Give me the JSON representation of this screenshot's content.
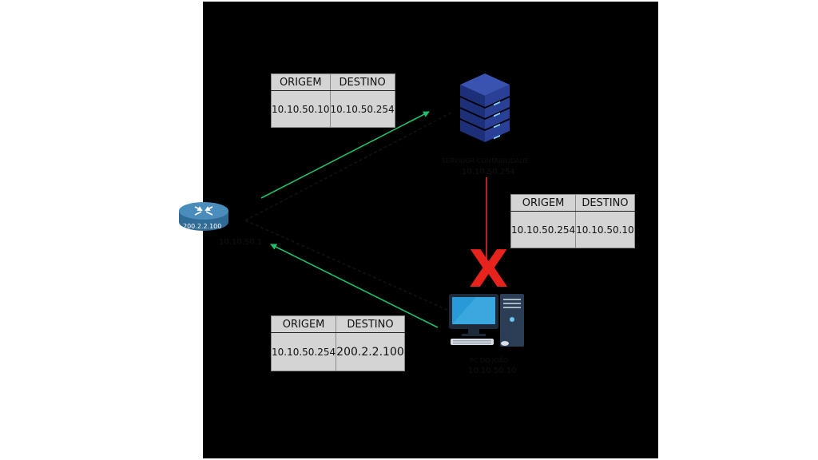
{
  "router": {
    "ip_on_icon": "200.2.2.100",
    "ip": "10.10.50.1"
  },
  "server": {
    "name": "SERVIDOR CONTABILIDADE",
    "ip": "10.10.50.254"
  },
  "pc": {
    "name": "PC DO JOÃO",
    "ip": "10.10.50.10"
  },
  "blocked_mark": "X",
  "tables": {
    "top": {
      "col1": "ORIGEM",
      "col2": "DESTINO",
      "origem": "10.10.50.10",
      "destino": "10.10.50.254"
    },
    "right": {
      "col1": "ORIGEM",
      "col2": "DESTINO",
      "origem": "10.10.50.254",
      "destino": "10.10.50.10"
    },
    "bottom": {
      "col1": "ORIGEM",
      "col2": "DESTINO",
      "origem": "10.10.50.254",
      "destino": "200.2.2.100"
    }
  },
  "colors": {
    "allowed_arrow": "#22c06a",
    "blocked_line": "#e02a2a",
    "path_line": "#111111",
    "block_x": "#e8231e"
  }
}
